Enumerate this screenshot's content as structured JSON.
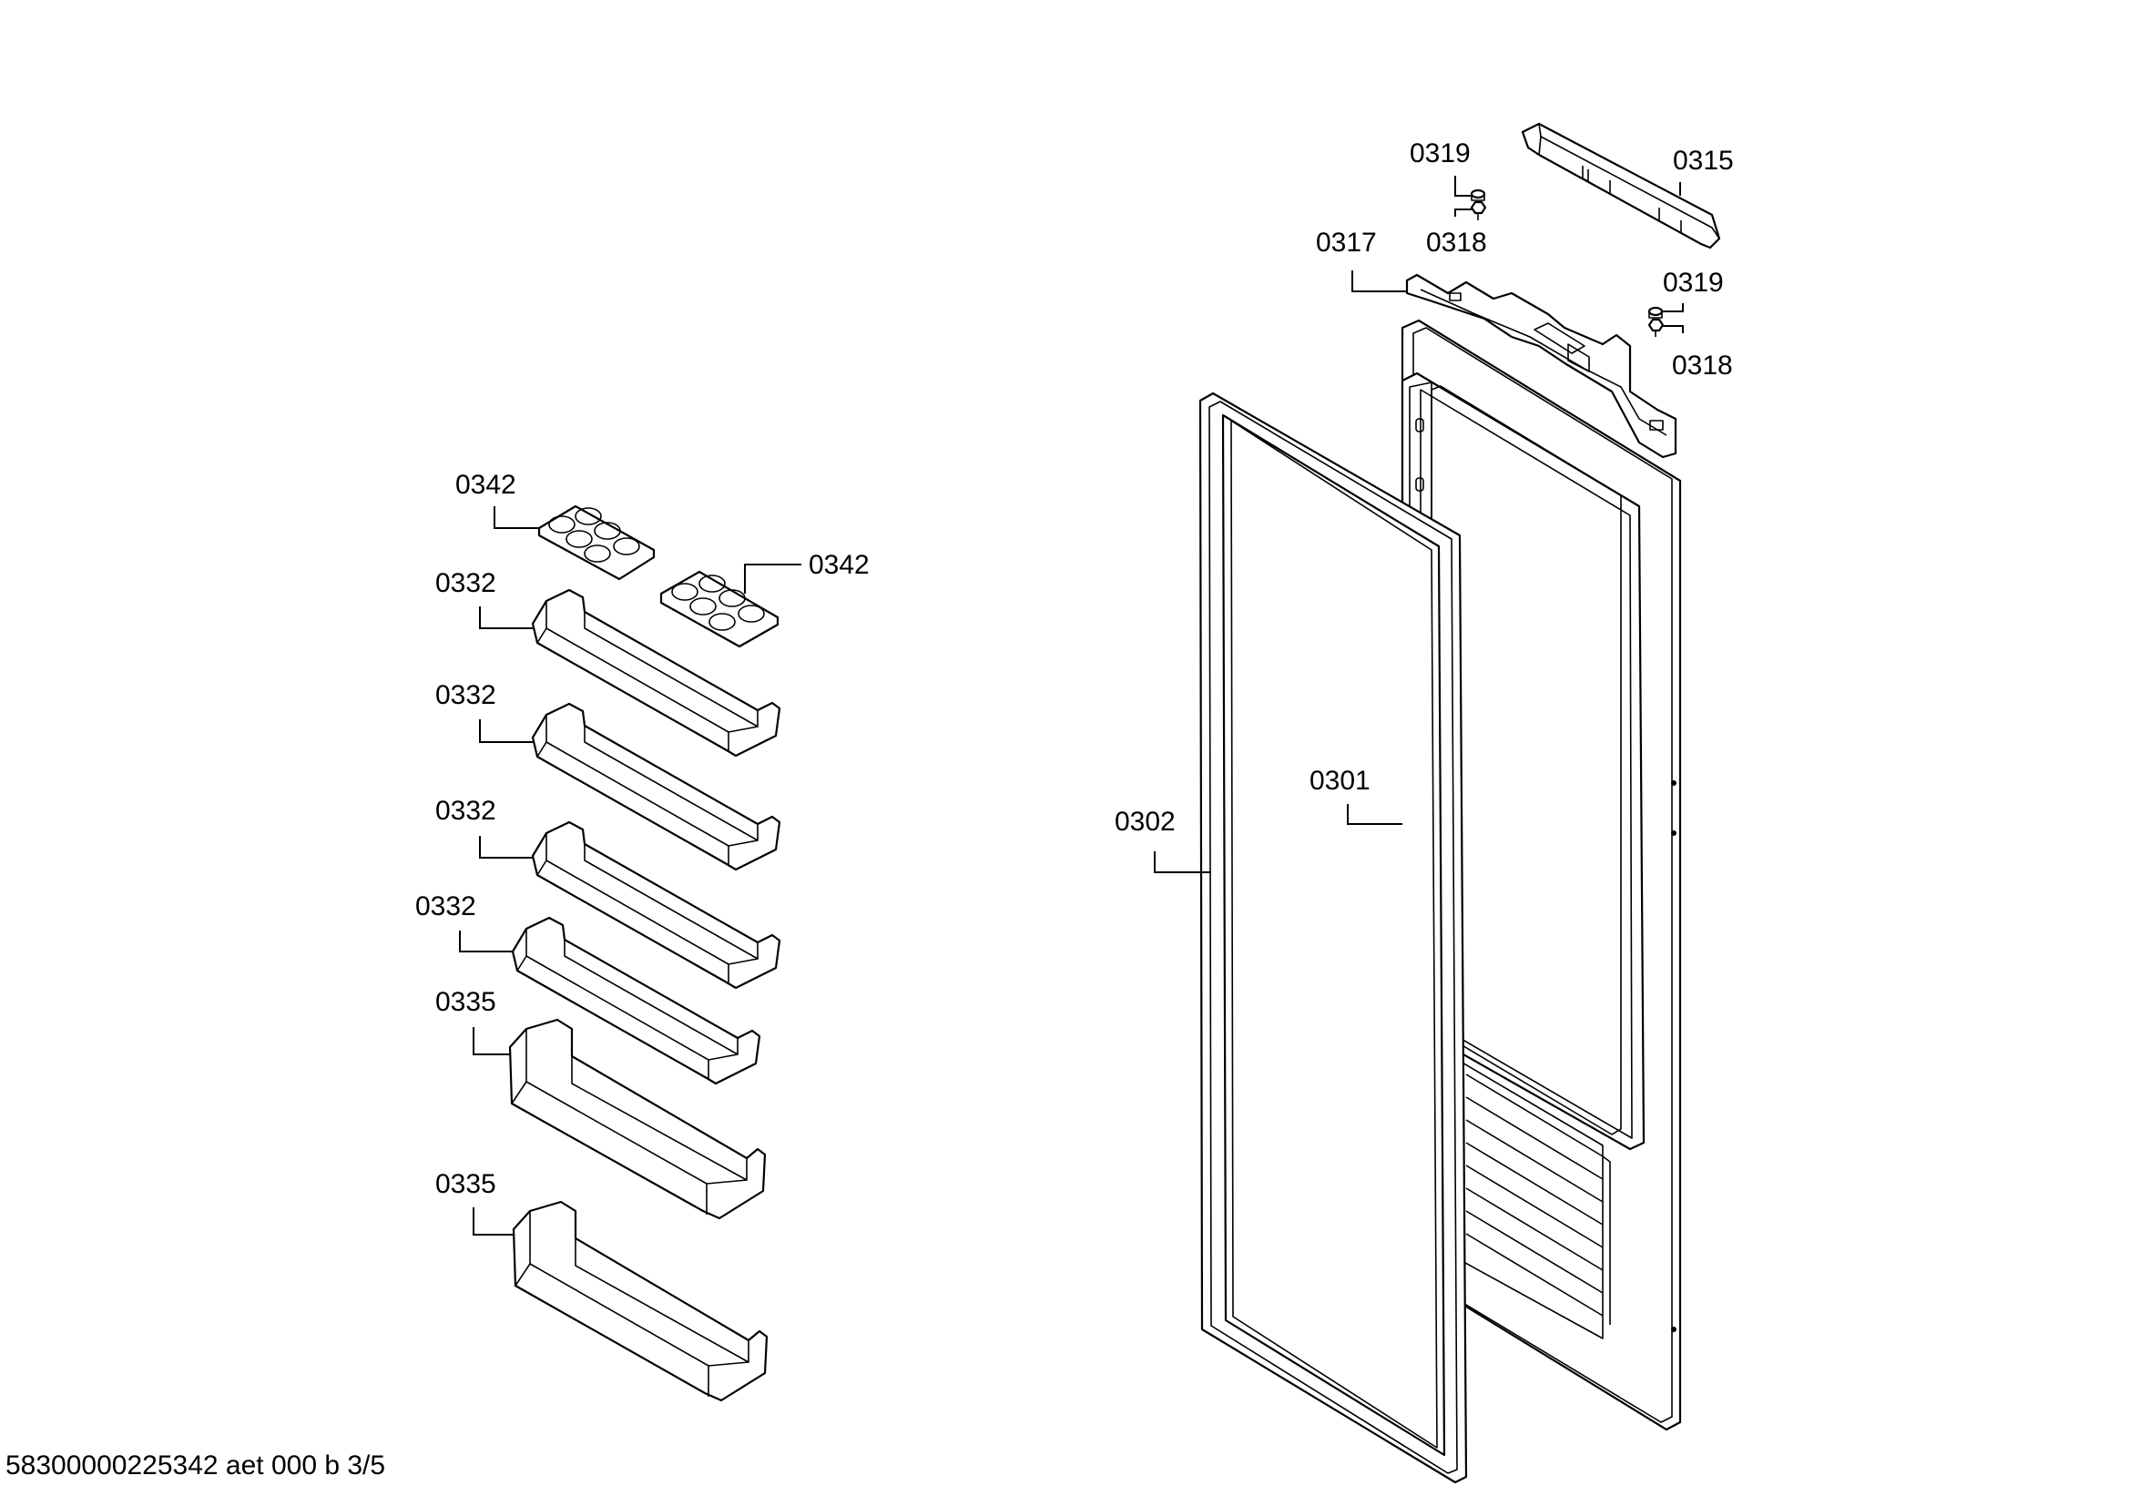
{
  "labels": {
    "c0319a": "0319",
    "c0318a": "0318",
    "c0315": "0315",
    "c0317": "0317",
    "c0319b": "0319",
    "c0318b": "0318",
    "c0342a": "0342",
    "c0342b": "0342",
    "c0332a": "0332",
    "c0332b": "0332",
    "c0332c": "0332",
    "c0332d": "0332",
    "c0335a": "0335",
    "c0335b": "0335",
    "c0301": "0301",
    "c0302": "0302"
  },
  "footer": "58300000225342 aet 000 b 3/5"
}
